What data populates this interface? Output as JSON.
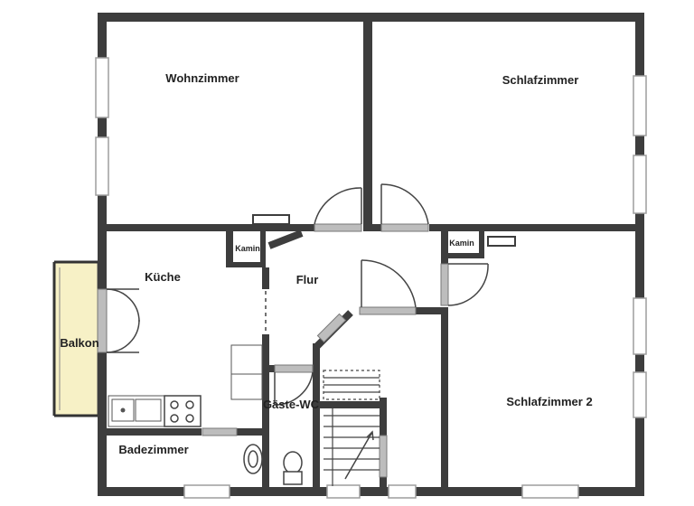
{
  "rooms": {
    "wohnzimmer": "Wohnzimmer",
    "schlafzimmer": "Schlafzimmer",
    "kueche": "Küche",
    "flur": "Flur",
    "balkon": "Balkon",
    "gaeste_wc": "Gäste-WC",
    "badezimmer": "Badezimmer",
    "schlafzimmer2": "Schlafzimmer 2",
    "kamin_left": "Kamin",
    "kamin_right": "Kamin"
  },
  "colors": {
    "wall": "#3d3d3d",
    "window": "#bdbdbd",
    "door": "#9e9e9e",
    "balcony": "#f7f1c6",
    "background": "#ffffff"
  }
}
